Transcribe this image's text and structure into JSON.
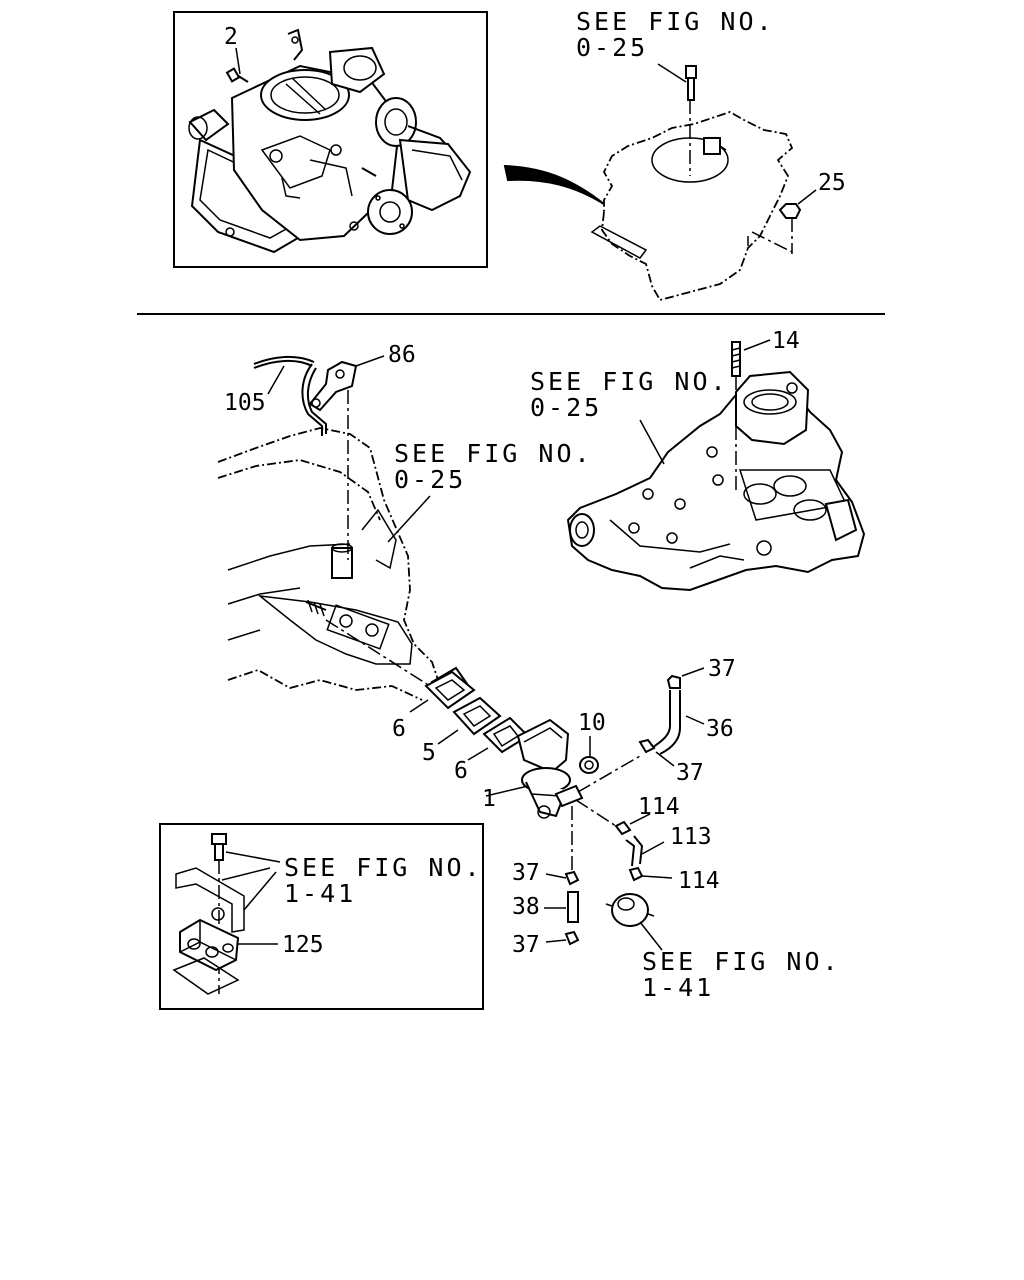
{
  "references": {
    "fig_0_25_line1": "SEE FIG NO.",
    "fig_0_25_line2": "0-25",
    "fig_1_41_line1": "SEE FIG NO.",
    "fig_1_41_line2": "1-41"
  },
  "callouts": {
    "c1": "1",
    "c2": "2",
    "c5": "5",
    "c6": "6",
    "c10": "10",
    "c14": "14",
    "c25": "25",
    "c36": "36",
    "c37": "37",
    "c38": "38",
    "c86": "86",
    "c105": "105",
    "c113": "113",
    "c114": "114",
    "c125": "125"
  }
}
